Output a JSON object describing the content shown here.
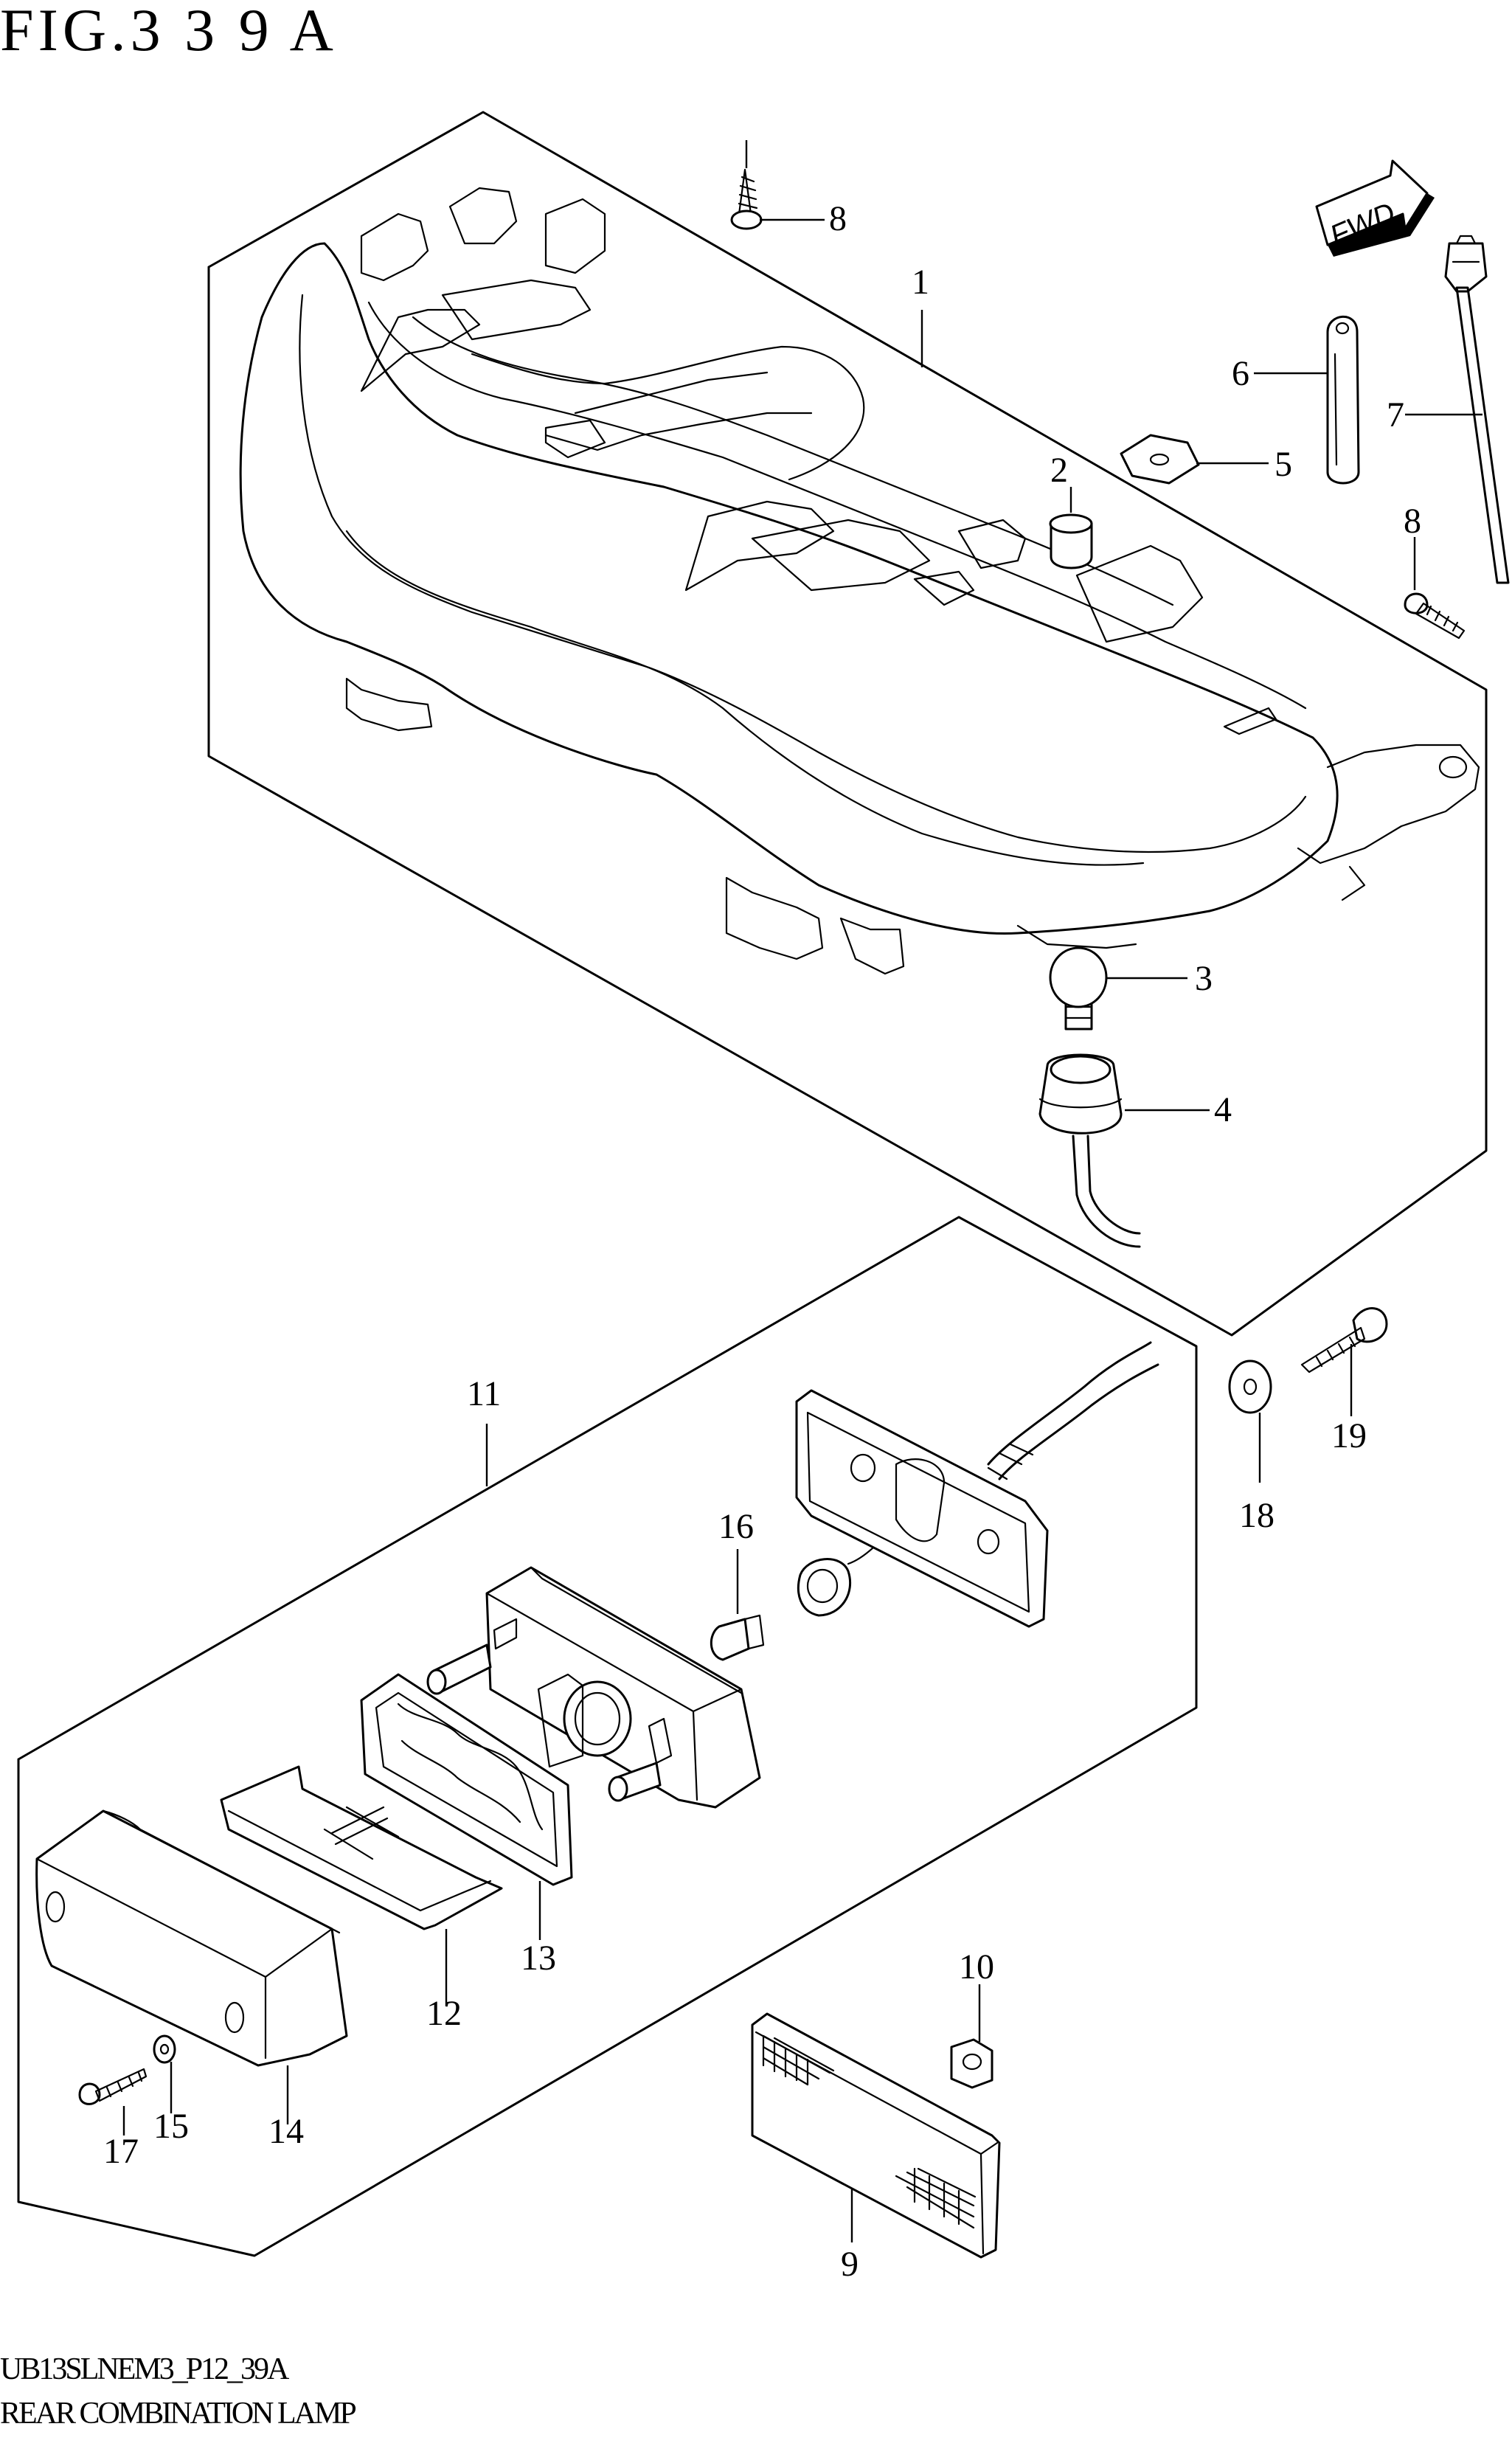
{
  "figure": {
    "title": "FIG.3 3 9 A",
    "code": "UB13SLNEM3_P12_39A",
    "name": "REAR COMBINATION LAMP"
  },
  "fwd_label": "FWD",
  "callouts": [
    "1",
    "2",
    "3",
    "4",
    "5",
    "6",
    "7",
    "8",
    "8",
    "9",
    "10",
    "11",
    "12",
    "13",
    "14",
    "15",
    "16",
    "17",
    "18",
    "19"
  ],
  "colors": {
    "ink": "#000000",
    "paper": "#ffffff"
  }
}
